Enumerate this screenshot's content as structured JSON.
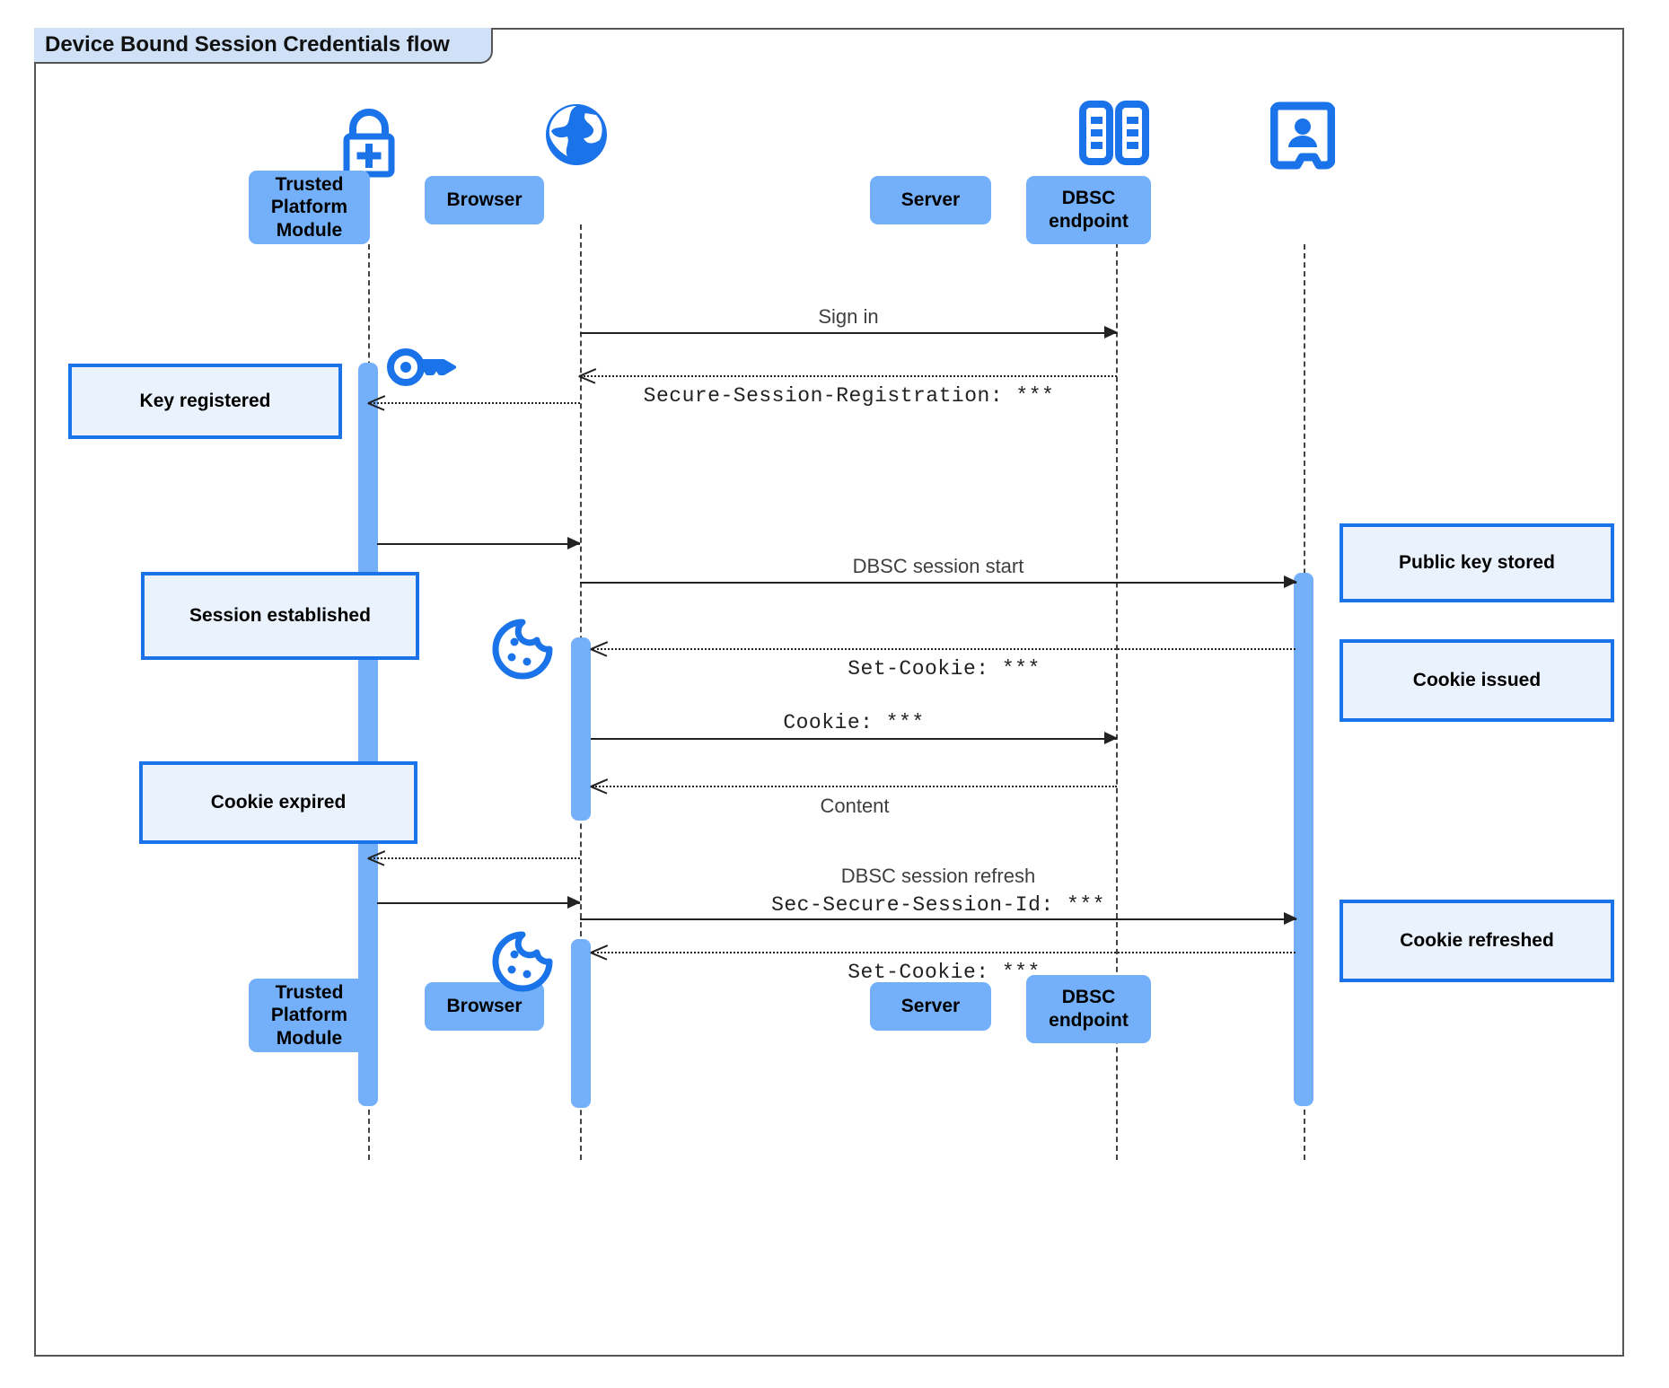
{
  "diagram": {
    "title": "Device Bound Session Credentials flow",
    "type": "sequence",
    "colors": {
      "participant_fill": "#74b0f9",
      "note_fill": "#eaf2fd",
      "note_border": "#1a73e8",
      "icon_blue": "#1a73e8",
      "frame_border": "#555555",
      "title_fill": "#cfe0f7"
    }
  },
  "participants": [
    {
      "id": "tpm",
      "label": "Trusted Platform Module",
      "icon": "lock-plus-icon"
    },
    {
      "id": "browser",
      "label": "Browser",
      "icon": "globe-icon"
    },
    {
      "id": "server",
      "label": "Server",
      "icon": "server-racks-icon"
    },
    {
      "id": "dbsc",
      "label": "DBSC endpoint",
      "icon": "id-badge-icon"
    }
  ],
  "messages": [
    {
      "id": "m1",
      "label": "Sign in",
      "style": "plain",
      "from": "browser",
      "to": "server",
      "line": "solid"
    },
    {
      "id": "m2",
      "label": "Secure-Session-Registration: ***",
      "style": "mono",
      "from": "server",
      "to": "browser",
      "line": "dotted"
    },
    {
      "id": "m3",
      "label": "",
      "style": "plain",
      "from": "tpm",
      "to": "browser",
      "line": "solid"
    },
    {
      "id": "m4",
      "label": "DBSC session start",
      "style": "plain",
      "from": "browser",
      "to": "dbsc",
      "line": "solid"
    },
    {
      "id": "m5",
      "label": "Set-Cookie: ***",
      "style": "mono",
      "from": "dbsc",
      "to": "browser",
      "line": "dotted"
    },
    {
      "id": "m6",
      "label": "Cookie: ***",
      "style": "mono",
      "from": "browser",
      "to": "server",
      "line": "solid"
    },
    {
      "id": "m7",
      "label": "Content",
      "style": "plain",
      "from": "server",
      "to": "browser",
      "line": "dotted"
    },
    {
      "id": "m8",
      "label": "",
      "style": "plain",
      "from": "browser",
      "to": "tpm",
      "line": "dotted"
    },
    {
      "id": "m9",
      "label": "",
      "style": "plain",
      "from": "tpm",
      "to": "browser",
      "line": "solid"
    },
    {
      "id": "m10",
      "label_line1": "DBSC session refresh",
      "label_line2": "Sec-Secure-Session-Id: ***",
      "style": "mixed",
      "from": "browser",
      "to": "dbsc",
      "line": "solid"
    },
    {
      "id": "m11",
      "label": "Set-Cookie: ***",
      "style": "mono",
      "from": "dbsc",
      "to": "browser",
      "line": "dotted"
    }
  ],
  "notes_left": [
    {
      "id": "n1",
      "text": "Key registered"
    },
    {
      "id": "n2",
      "text": "Session established"
    },
    {
      "id": "n3",
      "text": "Cookie expired"
    }
  ],
  "notes_right": [
    {
      "id": "n4",
      "text": "Public key stored"
    },
    {
      "id": "n5",
      "text": "Cookie issued"
    },
    {
      "id": "n6",
      "text": "Cookie refreshed"
    }
  ],
  "inline_icons": [
    {
      "id": "key1",
      "name": "key-icon",
      "near": "tpm-activation"
    },
    {
      "id": "cookie1",
      "name": "cookie-icon",
      "near": "browser-activation-1"
    },
    {
      "id": "cookie2",
      "name": "cookie-icon",
      "near": "browser-activation-2"
    }
  ]
}
